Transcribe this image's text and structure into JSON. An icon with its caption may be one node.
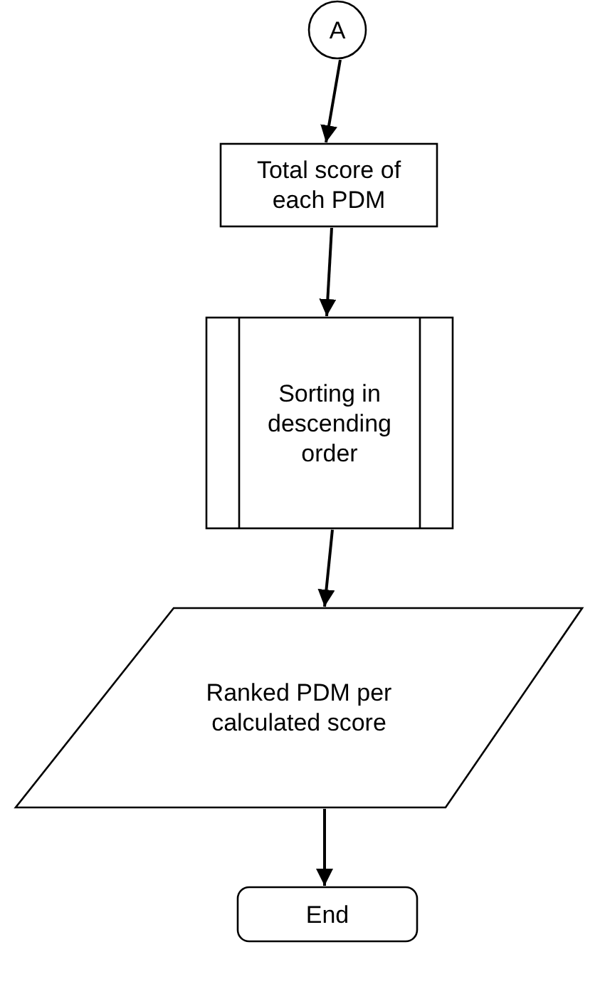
{
  "diagram": {
    "nodes": [
      {
        "text": [
          "A"
        ]
      },
      {
        "text": [
          "Total score of each PDM"
        ]
      },
      {
        "text": [
          "Sorting in descending order"
        ]
      },
      {
        "text": [
          "Ranked PDM per calculated score"
        ]
      },
      {
        "text": [
          "End"
        ]
      }
    ],
    "edges": [
      {
        "from": 0,
        "to": 1,
        "arrow": "to"
      },
      {
        "from": 1,
        "to": 2,
        "arrow": "to"
      },
      {
        "from": 2,
        "to": 3,
        "arrow": "to"
      },
      {
        "from": 3,
        "to": 4,
        "arrow": "to"
      }
    ]
  }
}
